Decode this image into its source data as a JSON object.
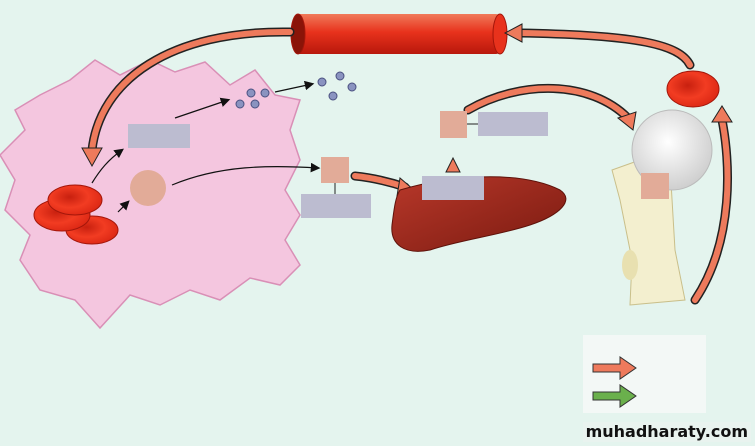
{
  "watermark": "muhadharaty.com",
  "colors": {
    "background": "#e4f4ee",
    "macrophage": "#f4c6df",
    "red_blood_cell": "#e0301e",
    "liver": "#9c2418",
    "bone": "#f3efcf",
    "label_box": "#bcbcd0",
    "node_box": "#e2ab98",
    "orange_arrow": "#ee7a5c",
    "green_arrow": "#6ab04c"
  },
  "icons": [
    "blood-vessel",
    "macrophage",
    "red-blood-cells",
    "iron-particles",
    "liver",
    "bone",
    "legend-arrows"
  ]
}
